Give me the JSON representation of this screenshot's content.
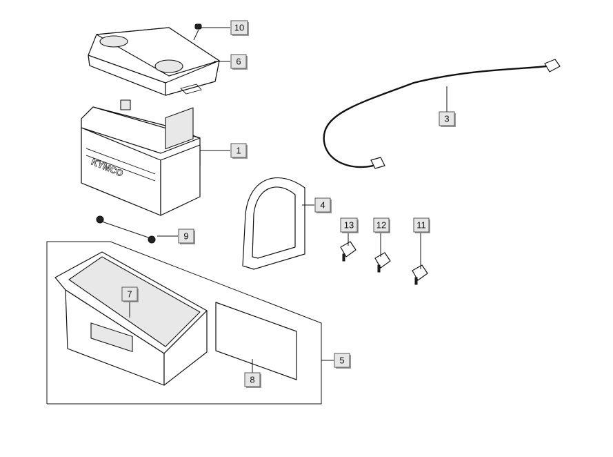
{
  "diagram": {
    "brand_text": "KYMCO",
    "callouts": [
      {
        "id": "1",
        "label": "1"
      },
      {
        "id": "3",
        "label": "3"
      },
      {
        "id": "4",
        "label": "4"
      },
      {
        "id": "5",
        "label": "5"
      },
      {
        "id": "6",
        "label": "6"
      },
      {
        "id": "7",
        "label": "7"
      },
      {
        "id": "8",
        "label": "8"
      },
      {
        "id": "9",
        "label": "9"
      },
      {
        "id": "10",
        "label": "10"
      },
      {
        "id": "11",
        "label": "11"
      },
      {
        "id": "12",
        "label": "12"
      },
      {
        "id": "13",
        "label": "13"
      }
    ]
  }
}
